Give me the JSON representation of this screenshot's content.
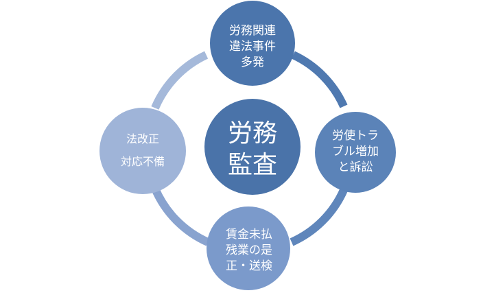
{
  "colors": {
    "background": "#ffffff",
    "center": "#4a73a9",
    "top": "#4b75ac",
    "right": "#5b83b8",
    "bottom": "#7b9acb",
    "left": "#9fb4d8",
    "arc_top_right": "#4f79b0",
    "arc_right_bottom": "#5f86bb",
    "arc_bottom_left": "#89a3cf",
    "arc_left_top": "#a5b9da",
    "text": "#ffffff"
  },
  "center": {
    "lines": [
      "労務",
      "監査"
    ]
  },
  "nodes": {
    "top": {
      "lines": [
        "労務関連",
        "違法事件",
        "多発"
      ]
    },
    "right": {
      "lines": [
        "労使トラ",
        "ブル増加",
        "と訴訟"
      ]
    },
    "bottom": {
      "lines": [
        "賃金未払",
        "残業の是",
        "正・送検"
      ]
    },
    "left": {
      "lines": [
        "法改正",
        "対応不備"
      ]
    }
  }
}
